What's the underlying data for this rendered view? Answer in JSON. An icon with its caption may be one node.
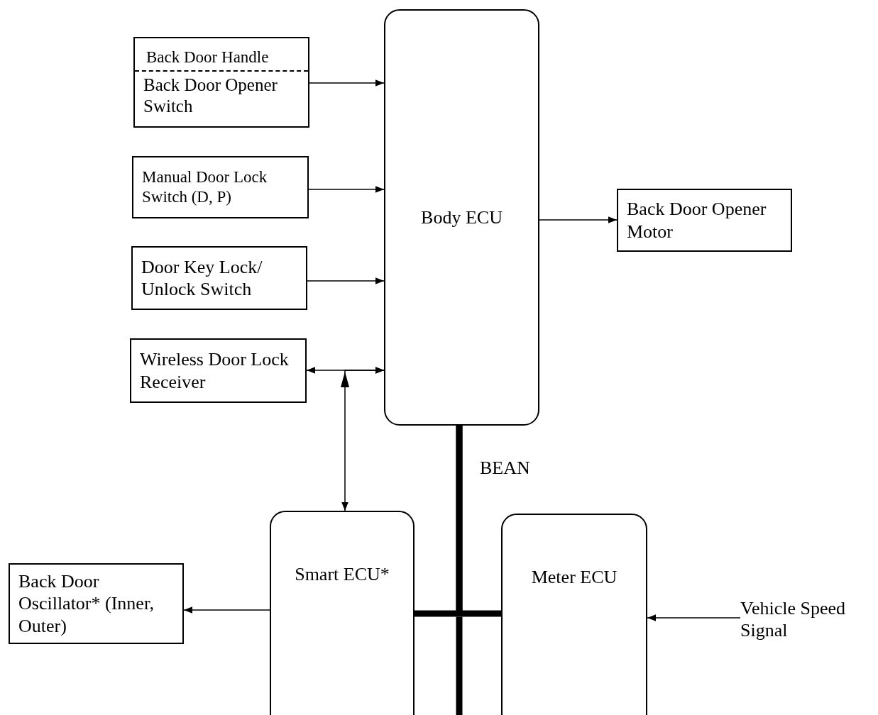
{
  "diagram": {
    "nodes": [
      {
        "text": [
          "Back Door Handle",
          "Back Door Opener Switch"
        ]
      },
      {
        "text": [
          "Manual Door Lock Switch (D, P)"
        ]
      },
      {
        "text": [
          "Door Key Lock/ Unlock Switch"
        ]
      },
      {
        "text": [
          "Wireless Door Lock Receiver"
        ]
      },
      {
        "text": [
          "Body ECU"
        ]
      },
      {
        "text": [
          "Back Door Opener Motor"
        ]
      },
      {
        "text": [
          "Smart ECU*"
        ]
      },
      {
        "text": [
          "Meter ECU"
        ]
      },
      {
        "text": [
          "Back Door Oscillator* (Inner, Outer)"
        ]
      },
      {
        "text": [
          "Vehicle Speed Signal"
        ]
      }
    ],
    "edges": [
      {
        "from": 0,
        "to": 4,
        "arrow": "to"
      },
      {
        "from": 1,
        "to": 4,
        "arrow": "to"
      },
      {
        "from": 2,
        "to": 4,
        "arrow": "to"
      },
      {
        "from": 3,
        "to": 4,
        "arrow": "both"
      },
      {
        "from": 4,
        "to": 5,
        "arrow": "to"
      },
      {
        "from": 6,
        "to": 4,
        "arrow": "both"
      },
      {
        "from": 4,
        "to": 6,
        "arrow": "none",
        "style": "thick"
      },
      {
        "from": 4,
        "to": 7,
        "arrow": "none",
        "style": "thick"
      },
      {
        "from": 6,
        "to": 8,
        "arrow": "to"
      },
      {
        "from": 9,
        "to": 7,
        "arrow": "to"
      }
    ],
    "labels": [
      "BEAN"
    ]
  }
}
